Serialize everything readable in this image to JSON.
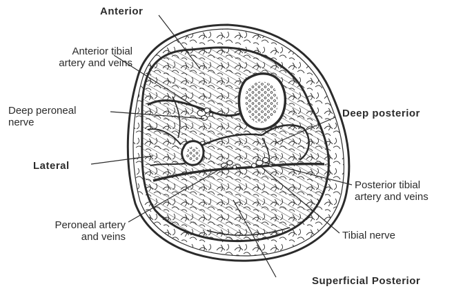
{
  "labels": {
    "anterior": "Anterior",
    "anterior_tibial": "Anterior tibial\nartery and veins",
    "deep_peroneal": "Deep peroneal\nnerve",
    "deep_posterior": "Deep posterior",
    "lateral": "Lateral",
    "posterior_tibial": "Posterior tibial\nartery and veins",
    "peroneal_artery": "Peroneal artery\nand veins",
    "tibial_nerve": "Tibial nerve",
    "superficial_posterior": "Superficial Posterior"
  },
  "colors": {
    "ink": "#2b2b2b",
    "paper": "#ffffff"
  }
}
